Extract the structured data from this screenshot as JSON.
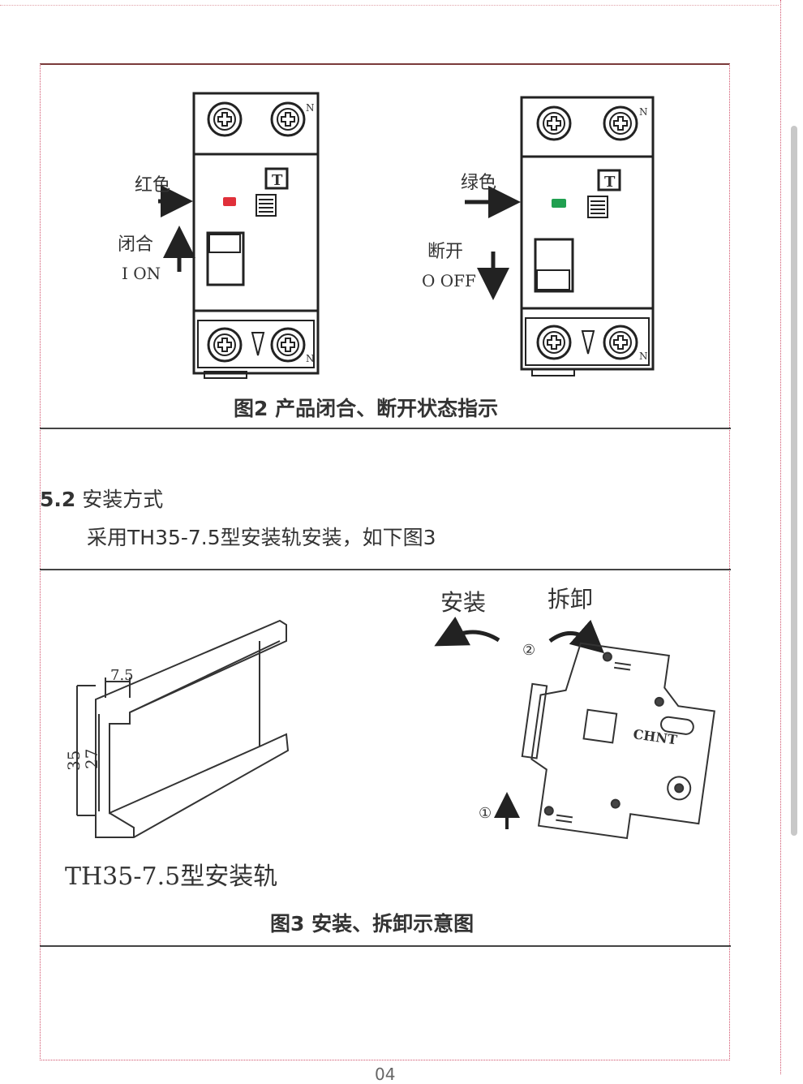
{
  "figure2": {
    "caption": "图2 产品闭合、断开状态指示",
    "left": {
      "color_label": "红色",
      "state_label": "闭合",
      "position_label": "I ON",
      "indicator_color": "#e0303a",
      "terminal_mark": "N"
    },
    "right": {
      "color_label": "绿色",
      "state_label": "断开",
      "position_label": "O OFF",
      "indicator_color": "#20a050",
      "terminal_mark": "N"
    },
    "test_button": "T"
  },
  "section": {
    "heading_number": "5.2",
    "heading_text": "安装方式",
    "body": "采用TH35-7.5型安装轨安装，如下图3"
  },
  "figure3": {
    "caption": "图3 安装、拆卸示意图",
    "rail_label": "TH35-7.5型安装轨",
    "dim_width": "7.5",
    "dim_height_outer": "35",
    "dim_height_inner": "27",
    "install_label": "安装",
    "remove_label": "拆卸",
    "step1": "①",
    "step2": "②",
    "brand": "CHNT"
  },
  "page_number": "04"
}
